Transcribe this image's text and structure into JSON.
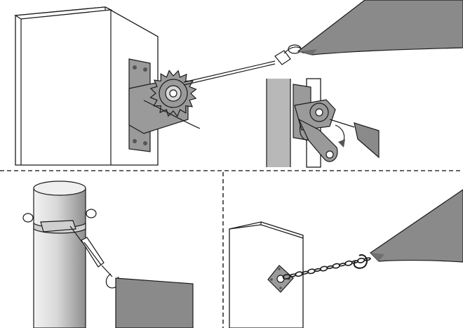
{
  "figure": {
    "panels": [
      {
        "id": "ratchet-tensioner"
      },
      {
        "id": "ratchet-detail"
      },
      {
        "id": "round-post-mount"
      },
      {
        "id": "wall-plate-mount"
      }
    ],
    "colors": {
      "line": "#1a1a1a",
      "sail_fill": "#8a8a8a",
      "sail_dark": "#6f6f6f",
      "metal": "#9a9a9a",
      "metal_dark": "#555555",
      "post_light": "#e6e6e6",
      "post_mid": "#b8b8b8",
      "wall_fill": "#ffffff",
      "background": "#ffffff",
      "divider": "#333333"
    },
    "divider_style": "dashed",
    "icons": [
      "ratchet-wheel-icon",
      "snap-hook-icon",
      "turnbuckle-icon",
      "eye-plate-icon",
      "rotation-arrow-icon"
    ]
  }
}
